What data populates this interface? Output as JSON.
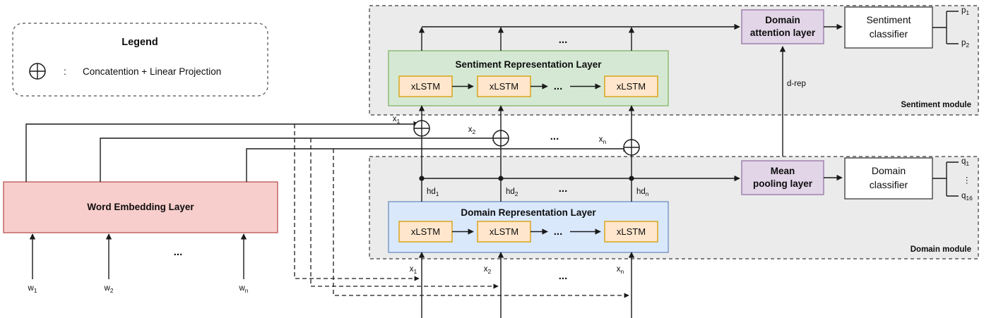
{
  "legend": {
    "title": "Legend",
    "symbol": "oplus-icon",
    "separator": ":",
    "description": "Concatention + Linear Projection"
  },
  "word_embedding": {
    "label": "Word Embedding Layer",
    "color": "#f8cecc",
    "inputs": [
      {
        "base": "w",
        "sub": "1"
      },
      {
        "base": "w",
        "sub": "2"
      },
      {
        "base": "w",
        "sub": "n"
      }
    ],
    "ellipsis": "..."
  },
  "sentiment_module": {
    "label": "Sentiment module",
    "representation_layer": {
      "label": "Sentiment Representation Layer",
      "color": "#d5e8d4",
      "cells": [
        "xLSTM",
        "xLSTM",
        "xLSTM"
      ],
      "cell_ellipsis": "...",
      "output_ellipsis": "..."
    },
    "attention_layer": {
      "label_line1": "Domain",
      "label_line2": "attention layer",
      "color": "#e1d5e7"
    },
    "classifier": {
      "label_line1": "Sentiment",
      "label_line2": "classifier",
      "color": "#ffffff"
    },
    "outputs": [
      {
        "base": "p",
        "sub": "1"
      },
      {
        "base": "p",
        "sub": "2"
      }
    ],
    "drep_label": "d-rep"
  },
  "domain_module": {
    "label": "Domain module",
    "representation_layer": {
      "label": "Domain Representation Layer",
      "color": "#dae8fc",
      "cells": [
        "xLSTM",
        "xLSTM",
        "xLSTM"
      ],
      "cell_ellipsis": "..."
    },
    "hidden_labels": [
      {
        "base": "hd",
        "sub": "1"
      },
      {
        "base": "hd",
        "sub": "2"
      },
      {
        "base": "hd",
        "sub": "n"
      }
    ],
    "hidden_ellipsis": "...",
    "pooling_layer": {
      "label_line1": "Mean",
      "label_line2": "pooling layer",
      "color": "#e1d5e7"
    },
    "classifier": {
      "label_line1": "Domain",
      "label_line2": "classifier",
      "color": "#ffffff"
    },
    "outputs": [
      {
        "base": "q",
        "sub": "1"
      },
      {
        "base": "q",
        "sub": "16"
      }
    ],
    "output_ellipsis": "⋮"
  },
  "concat_nodes": {
    "symbol": "⊕",
    "labels": [
      {
        "base": "x",
        "sub": "1"
      },
      {
        "base": "x",
        "sub": "2"
      },
      {
        "base": "x",
        "sub": "n"
      }
    ],
    "ellipsis": "..."
  },
  "domain_inputs": {
    "labels": [
      {
        "base": "x",
        "sub": "1"
      },
      {
        "base": "x",
        "sub": "2"
      },
      {
        "base": "x",
        "sub": "n"
      }
    ],
    "ellipsis": "..."
  }
}
